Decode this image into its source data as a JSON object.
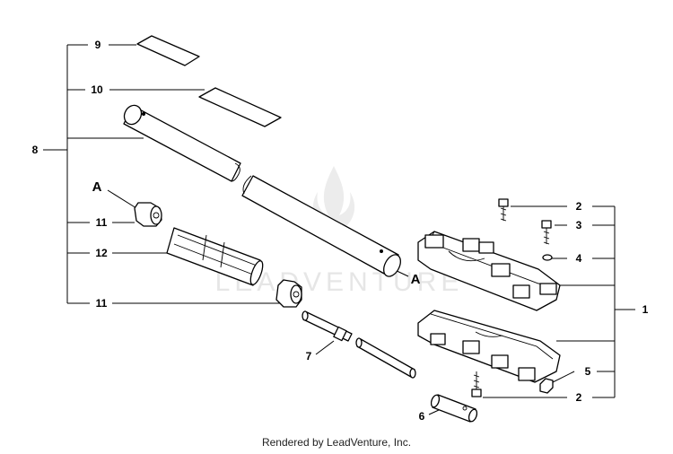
{
  "labels": {
    "l1": "1",
    "l2a": "2",
    "l2b": "2",
    "l3": "3",
    "l4": "4",
    "l5": "5",
    "l6": "6",
    "l7": "7",
    "l8": "8",
    "l9": "9",
    "l10": "10",
    "l11a": "11",
    "l11b": "11",
    "l12": "12",
    "refA1": "A",
    "refA2": "A"
  },
  "watermark": "LEADVENTURE",
  "footer": "Rendered by LeadVenture, Inc."
}
